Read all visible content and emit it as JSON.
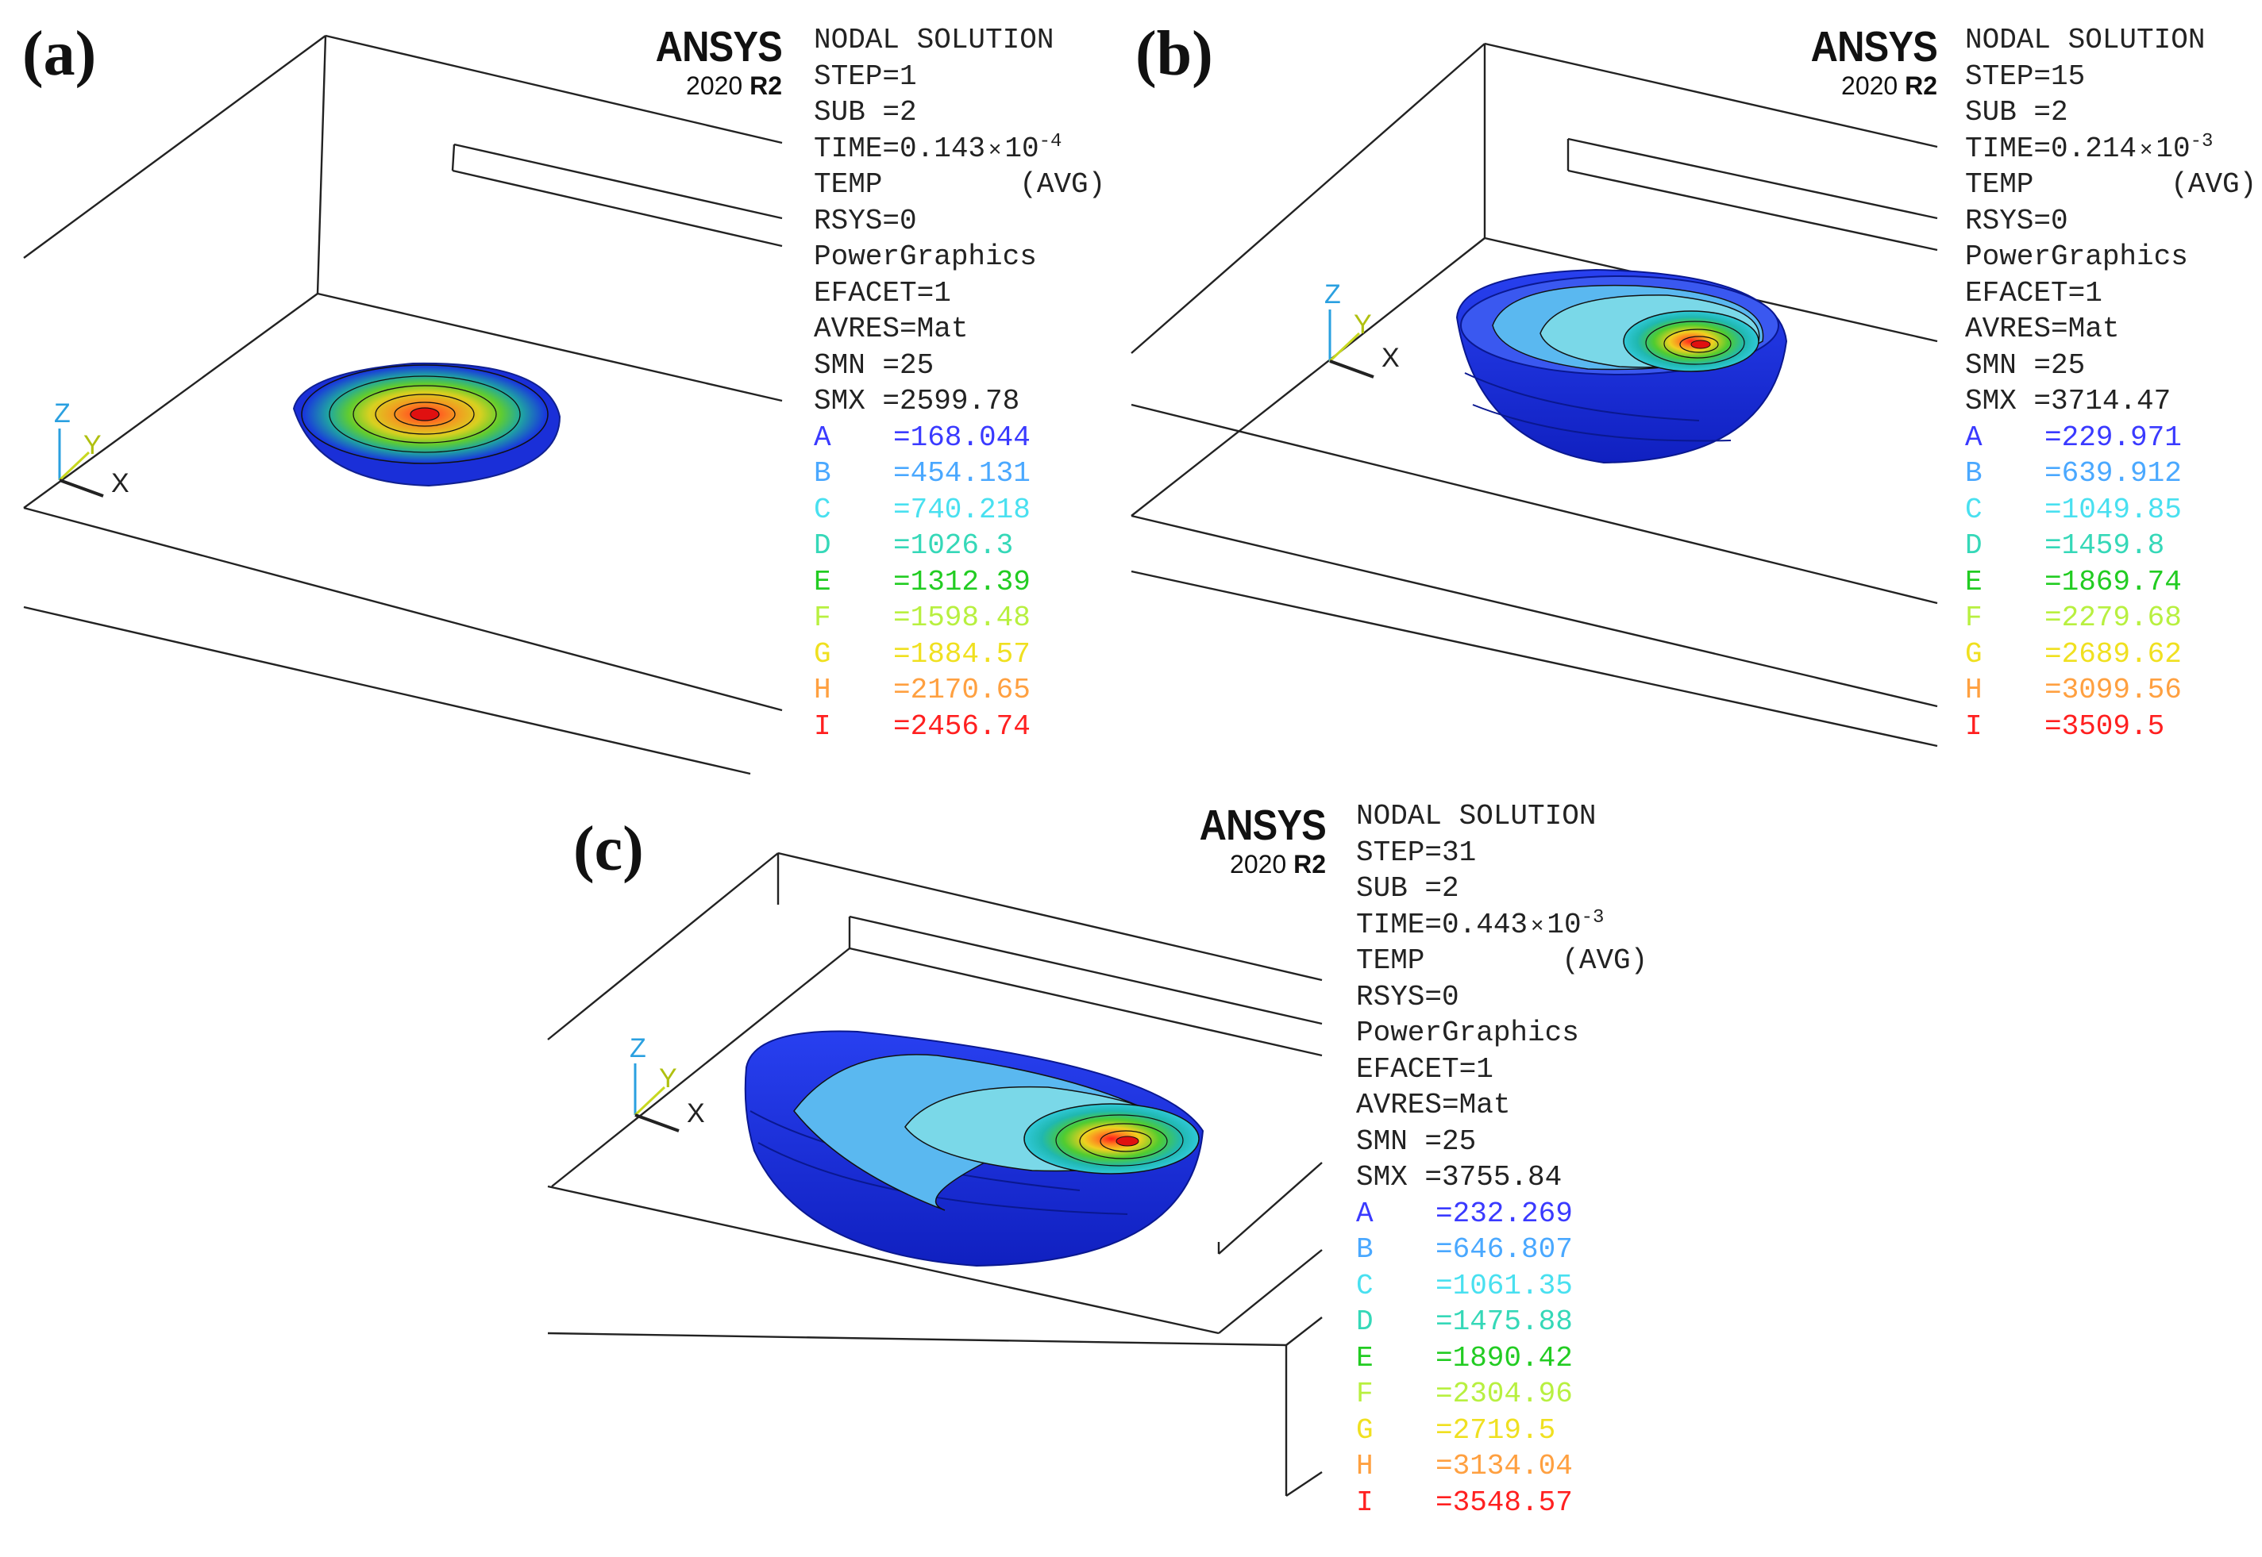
{
  "panels": [
    {
      "label": "(a)",
      "logo": {
        "brand": "ANSYS",
        "version": "2020",
        "release": "R2"
      },
      "header_lines": [
        "NODAL SOLUTION",
        "STEP=1",
        "SUB =2"
      ],
      "time": {
        "prefix": "TIME=0.143",
        "times": "×",
        "base": "10",
        "exp": "-4"
      },
      "info_lines": [
        "TEMP        (AVG)",
        "RSYS=0",
        "PowerGraphics",
        "EFACET=1",
        "AVRES=Mat",
        "SMN =25",
        "SMX =2599.78"
      ],
      "contours": [
        {
          "letter": "A",
          "value": "=168.044"
        },
        {
          "letter": "B",
          "value": "=454.131"
        },
        {
          "letter": "C",
          "value": "=740.218"
        },
        {
          "letter": "D",
          "value": "=1026.3"
        },
        {
          "letter": "E",
          "value": "=1312.39"
        },
        {
          "letter": "F",
          "value": "=1598.48"
        },
        {
          "letter": "G",
          "value": "=1884.57"
        },
        {
          "letter": "H",
          "value": "=2170.65"
        },
        {
          "letter": "I",
          "value": "=2456.74"
        }
      ]
    },
    {
      "label": "(b)",
      "logo": {
        "brand": "ANSYS",
        "version": "2020",
        "release": "R2"
      },
      "header_lines": [
        "NODAL SOLUTION",
        "STEP=15",
        "SUB =2"
      ],
      "time": {
        "prefix": "TIME=0.214",
        "times": "×",
        "base": "10",
        "exp": "-3"
      },
      "info_lines": [
        "TEMP        (AVG)",
        "RSYS=0",
        "PowerGraphics",
        "EFACET=1",
        "AVRES=Mat",
        "SMN =25",
        "SMX =3714.47"
      ],
      "contours": [
        {
          "letter": "A",
          "value": "=229.971"
        },
        {
          "letter": "B",
          "value": "=639.912"
        },
        {
          "letter": "C",
          "value": "=1049.85"
        },
        {
          "letter": "D",
          "value": "=1459.8"
        },
        {
          "letter": "E",
          "value": "=1869.74"
        },
        {
          "letter": "F",
          "value": "=2279.68"
        },
        {
          "letter": "G",
          "value": "=2689.62"
        },
        {
          "letter": "H",
          "value": "=3099.56"
        },
        {
          "letter": "I",
          "value": "=3509.5"
        }
      ]
    },
    {
      "label": "(c)",
      "logo": {
        "brand": "ANSYS",
        "version": "2020",
        "release": "R2"
      },
      "header_lines": [
        "NODAL SOLUTION",
        "STEP=31",
        "SUB =2"
      ],
      "time": {
        "prefix": "TIME=0.443",
        "times": "×",
        "base": "10",
        "exp": "-3"
      },
      "info_lines": [
        "TEMP        (AVG)",
        "RSYS=0",
        "PowerGraphics",
        "EFACET=1",
        "AVRES=Mat",
        "SMN =25",
        "SMX =3755.84"
      ],
      "contours": [
        {
          "letter": "A",
          "value": "=232.269"
        },
        {
          "letter": "B",
          "value": "=646.807"
        },
        {
          "letter": "C",
          "value": "=1061.35"
        },
        {
          "letter": "D",
          "value": "=1475.88"
        },
        {
          "letter": "E",
          "value": "=1890.42"
        },
        {
          "letter": "F",
          "value": "=2304.96"
        },
        {
          "letter": "G",
          "value": "=2719.5"
        },
        {
          "letter": "H",
          "value": "=3134.04"
        },
        {
          "letter": "I",
          "value": "=3548.57"
        }
      ]
    }
  ],
  "contour_colors": [
    "#3a3aff",
    "#4aa8ff",
    "#49e0f0",
    "#35d8b8",
    "#22cc22",
    "#b8f040",
    "#f0e020",
    "#ffa040",
    "#ff2020"
  ],
  "axis_triad": {
    "z": "Z",
    "y": "Y",
    "x": "X"
  },
  "colors": {
    "z_axis": "#2aa0e0",
    "y_axis": "#c8d820",
    "x_axis": "#222222",
    "frame": "#222222"
  }
}
